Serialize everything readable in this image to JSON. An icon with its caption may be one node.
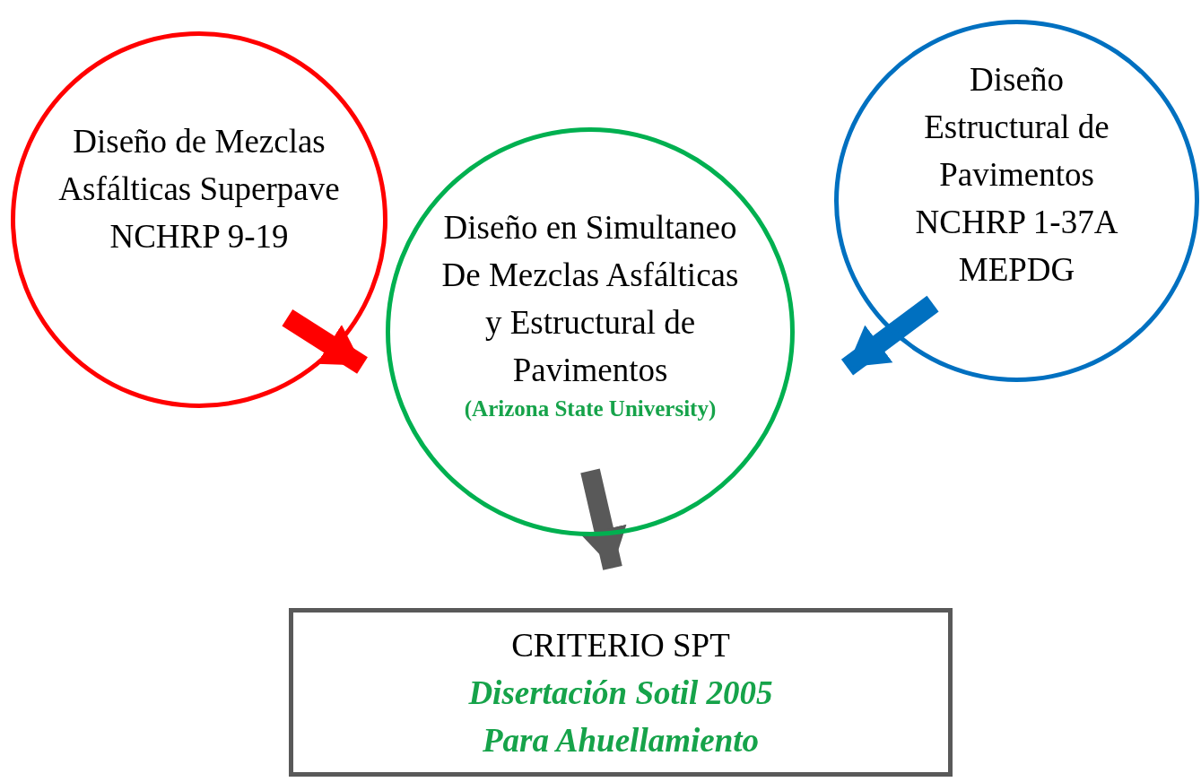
{
  "diagram": {
    "nodes": [
      {
        "text": [
          "Diseño de Mezclas Asfálticas Superpave NCHRP 9-19"
        ]
      },
      {
        "text": [
          "Diseño en Simultaneo De Mezclas Asfálticas y Estructural de Pavimentos",
          "(Arizona State University)"
        ]
      },
      {
        "text": [
          "Diseño Estructural de Pavimentos NCHRP 1-37A MEPDG"
        ]
      },
      {
        "text": [
          "CRITERIO SPT",
          "Disertación Sotil 2005",
          "Para Ahuellamiento"
        ]
      }
    ],
    "edges": [
      {
        "from": 0,
        "to": 1,
        "arrow": "to",
        "color": "#ff0000"
      },
      {
        "from": 2,
        "to": 1,
        "arrow": "to",
        "color": "#0070c0"
      },
      {
        "from": 1,
        "to": 3,
        "arrow": "to",
        "color": "#595959"
      }
    ]
  }
}
